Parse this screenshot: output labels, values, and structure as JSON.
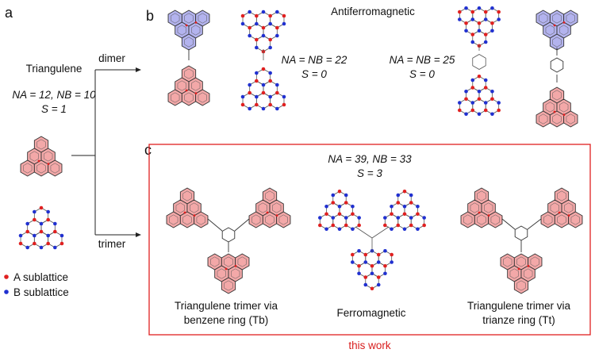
{
  "panels": {
    "a": "a",
    "b": "b",
    "c": "c"
  },
  "left": {
    "title": "Triangulene",
    "counts": "NA = 12, NB = 10",
    "spin": "S = 1",
    "legend_a": "A sublattice",
    "legend_b": "B sublattice"
  },
  "arrows": {
    "dimer": "dimer",
    "trimer": "trimer"
  },
  "dimer": {
    "header": "Antiferromagnetic",
    "eq1_counts": "NA = NB = 22",
    "eq1_spin": "S = 0",
    "eq2_counts": "NA = NB = 25",
    "eq2_spin": "S = 0"
  },
  "trimer": {
    "counts": "NA = 39, NB = 33",
    "spin": "S = 3",
    "tb_label_1": "Triangulene trimer via",
    "tb_label_2": "benzene ring (Tb)",
    "ferro": "Ferromagnetic",
    "tt_label_1": "Triangulene trimer via",
    "tt_label_2": "trianze ring (Tt)",
    "footer": "this work"
  },
  "colors": {
    "pink_fill": "#f3a8a8",
    "blue_fill": "#b3b3ee",
    "a_dot": "#e02020",
    "b_dot": "#2030d0",
    "box": "#e02020",
    "footer": "#e02020"
  }
}
